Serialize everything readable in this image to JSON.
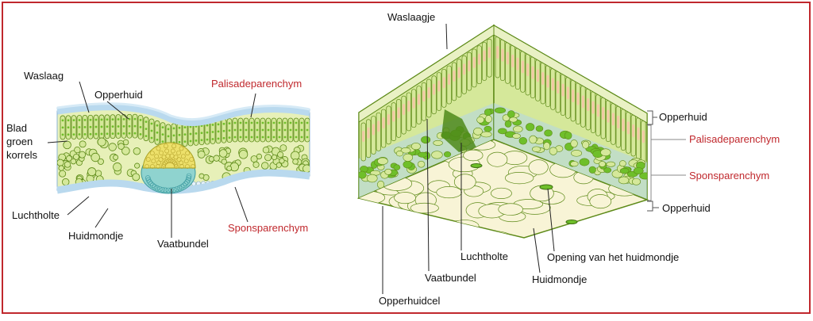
{
  "colors": {
    "frame": "#c0282d",
    "label_black": "#111111",
    "label_red": "#c0282d",
    "cuticle": "#b9d9ee",
    "cell_fill": "#d5e89a",
    "cell_stroke": "#5d8a18",
    "vein_yellow": "#ede06a",
    "vein_cyan": "#8fd3cf",
    "chloroplast": "#6fbf2a",
    "sap_pink": "#f2c9a5",
    "air_blue": "#b3d6ea",
    "epidermis_cream": "#f8f4d6"
  },
  "left_diagram": {
    "labels": {
      "waslaag": "Waslaag",
      "opperhuid": "Opperhuid",
      "palisade": "Palisadeparenchym",
      "blad": "Blad",
      "groen": "groen",
      "korrels": "korrels",
      "luchtholte": "Luchtholte",
      "huidmondje": "Huidmondje",
      "vaatbundel": "Vaatbundel",
      "spons": "Sponsparenchym"
    }
  },
  "right_diagram": {
    "labels": {
      "waslaagje": "Waslaagje",
      "opperhuid_top": "Opperhuid",
      "palisade": "Palisadeparenchym",
      "spons": "Sponsparenchym",
      "opperhuid_bottom": "Opperhuid",
      "luchtholte": "Luchtholte",
      "opening": "Opening van het huidmondje",
      "vaatbundel": "Vaatbundel",
      "huidmondje": "Huidmondje",
      "opperhuidcel": "Opperhuidcel"
    }
  }
}
